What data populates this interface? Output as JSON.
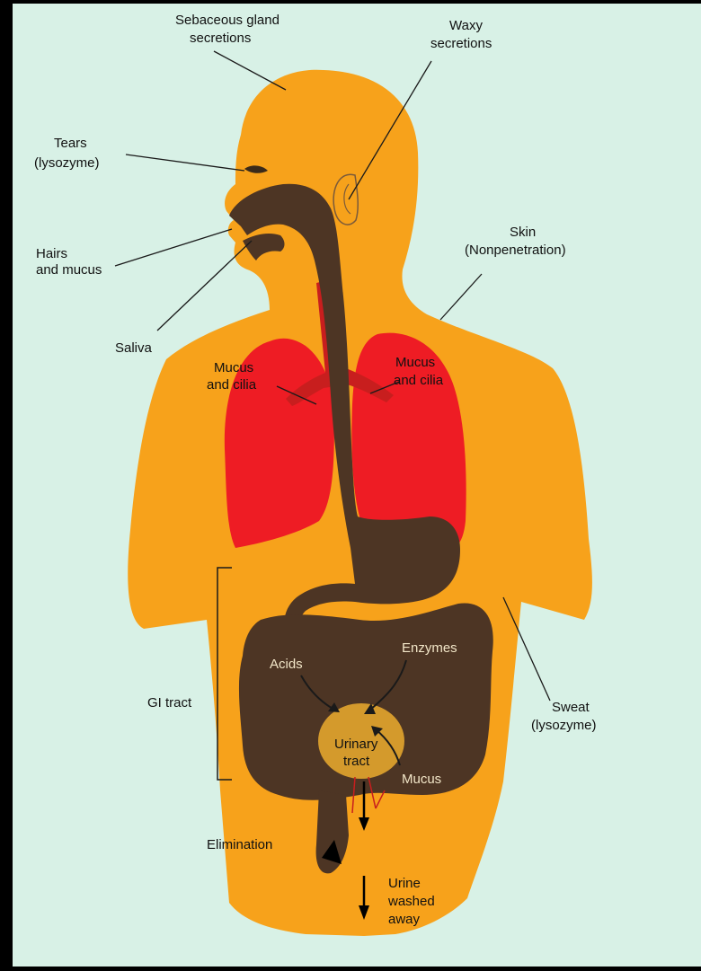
{
  "labels": {
    "sebaceous": [
      "Sebaceous gland",
      "secretions"
    ],
    "waxy": [
      "Waxy",
      "secretions"
    ],
    "tears": [
      "Tears",
      "(lysozyme)"
    ],
    "hairs": [
      "Hairs",
      "and mucus"
    ],
    "skin": [
      "Skin",
      "(Nonpenetration)"
    ],
    "saliva": "Saliva",
    "mucus_left": [
      "Mucus",
      "and cilia"
    ],
    "mucus_right": [
      "Mucus",
      "and cilia"
    ],
    "acids": "Acids",
    "enzymes": "Enzymes",
    "mucus_gut": "Mucus",
    "gi_tract": "GI tract",
    "sweat": [
      "Sweat",
      "(lysozyme)"
    ],
    "urinary": [
      "Urinary",
      "tract"
    ],
    "elimination": "Elimination",
    "urine": [
      "Urine",
      "washed",
      "away"
    ]
  },
  "colors": {
    "background": "#d8f1e6",
    "border": "#000000",
    "body": "#f7a21b",
    "lungs": "#ee1c24",
    "trachea": "#c81e1e",
    "gut": "#4d3524",
    "bladder": "#d49a2c"
  }
}
